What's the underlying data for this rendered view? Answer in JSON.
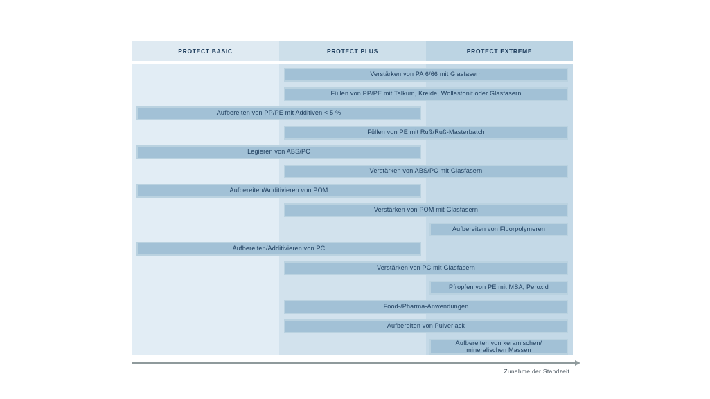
{
  "columns": [
    {
      "id": "basic",
      "label": "PROTECT BASIC"
    },
    {
      "id": "plus",
      "label": "PROTECT PLUS"
    },
    {
      "id": "extreme",
      "label": "PROTECT EXTREME"
    }
  ],
  "bars": [
    {
      "span": "plus-extreme",
      "lines": [
        "Verstärken von PA 6/66 mit Glasfasern"
      ]
    },
    {
      "span": "plus-extreme",
      "lines": [
        "Füllen von PP/PE mit Talkum, Kreide, Wollastonit oder Glasfasern"
      ]
    },
    {
      "span": "basic-plus",
      "lines": [
        "Aufbereiten von PP/PE mit Additiven < 5 %"
      ]
    },
    {
      "span": "plus-extreme",
      "lines": [
        "Füllen von PE mit Ruß/Ruß-Masterbatch"
      ]
    },
    {
      "span": "basic-plus",
      "lines": [
        "Legieren von ABS/PC"
      ]
    },
    {
      "span": "plus-extreme",
      "lines": [
        "Verstärken von ABS/PC mit Glasfasern"
      ]
    },
    {
      "span": "basic-plus",
      "lines": [
        "Aufbereiten/Additivieren von POM"
      ]
    },
    {
      "span": "plus-extreme",
      "lines": [
        "Verstärken von POM mit Glasfasern"
      ]
    },
    {
      "span": "extreme",
      "lines": [
        "Aufbereiten von Fluorpolymeren"
      ]
    },
    {
      "span": "basic-plus",
      "lines": [
        "Aufbereiten/Additivieren von PC"
      ]
    },
    {
      "span": "plus-extreme",
      "lines": [
        "Verstärken von PC mit Glasfasern"
      ]
    },
    {
      "span": "extreme",
      "lines": [
        "Pfropfen von PE mit MSA, Peroxid"
      ]
    },
    {
      "span": "plus-extreme",
      "lines": [
        "Food-/Pharma-Anwendungen"
      ]
    },
    {
      "span": "plus-extreme",
      "lines": [
        "Aufbereiten von Pulverlack"
      ]
    },
    {
      "span": "extreme",
      "lines": [
        "Aufbereiten von keramischen/",
        "mineralischen Massen"
      ]
    }
  ],
  "axis": {
    "label": "Zunahme der Standzeit"
  },
  "colors": {
    "header_basic": "#dfeaf2",
    "header_plus": "#cddfea",
    "header_extreme": "#bcd4e3",
    "col_basic": "#e2edf5",
    "col_plus": "#d2e2ed",
    "col_extreme": "#c4d9e7",
    "bar_fill": "#a2c1d6",
    "bar_border": "#bad2e0",
    "text": "#1d3c5c",
    "axis": "#8f9a9c",
    "axis_text": "#44505a"
  }
}
